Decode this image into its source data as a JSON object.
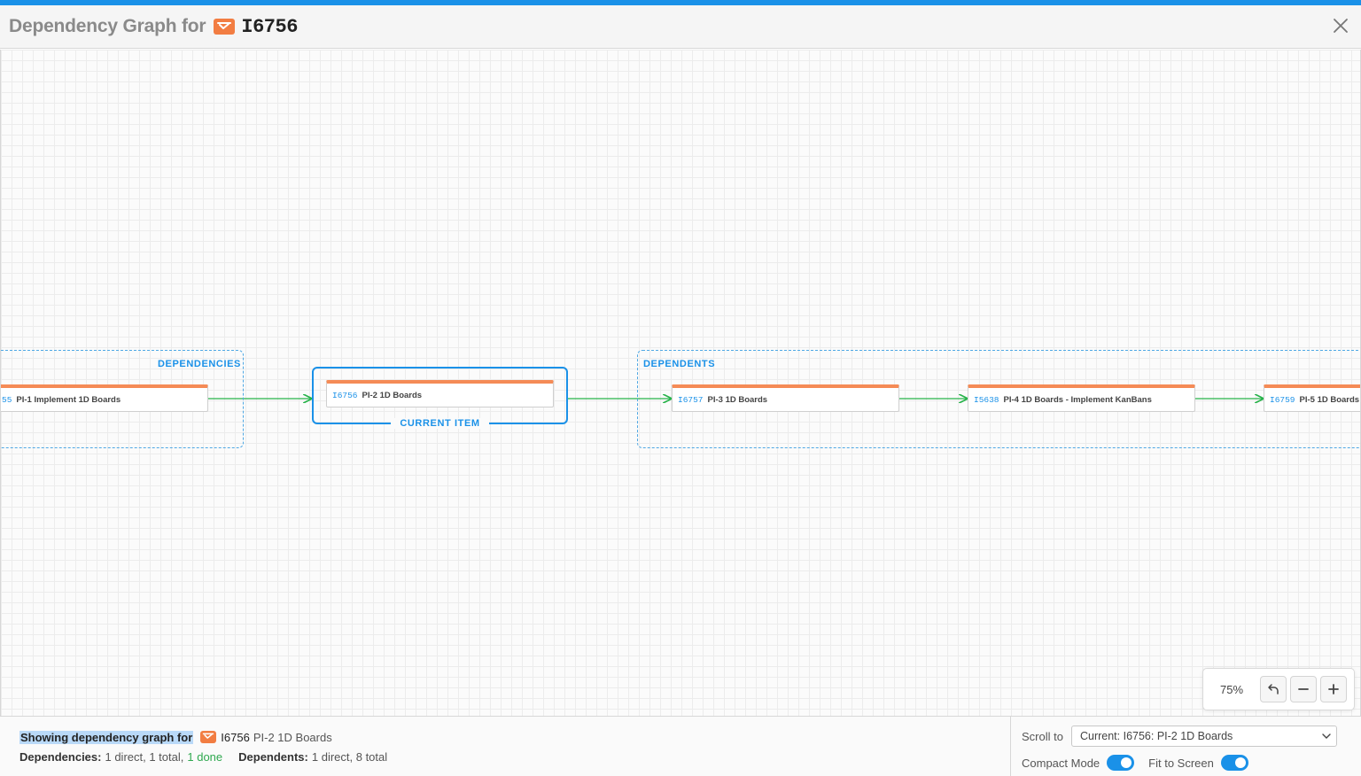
{
  "header": {
    "title_prefix": "Dependency Graph for",
    "item_key": "I6756"
  },
  "graph": {
    "dependencies_label": "DEPENDENCIES",
    "dependents_label": "DEPENDENTS",
    "current_label": "CURRENT ITEM",
    "dependency_nodes": [
      {
        "key": "55",
        "title": "PI-1 Implement 1D Boards"
      }
    ],
    "current_node": {
      "key": "I6756",
      "title": "PI-2 1D Boards"
    },
    "dependent_nodes": [
      {
        "key": "I6757",
        "title": "PI-3 1D Boards"
      },
      {
        "key": "I5638",
        "title": "PI-4 1D Boards - Implement KanBans"
      },
      {
        "key": "I6759",
        "title": "PI-5 1D Boards"
      }
    ]
  },
  "zoom": {
    "level": "75%"
  },
  "footer": {
    "showing_label": "Showing dependency graph for",
    "item_key": "I6756",
    "item_title": "PI-2 1D Boards",
    "dependencies_label": "Dependencies:",
    "dependencies_value": "1 direct, 1 total,",
    "dependencies_done": "1 done",
    "dependents_label": "Dependents:",
    "dependents_value": "1 direct, 8 total",
    "scroll_label": "Scroll to",
    "scroll_value": "Current: I6756: PI-2 1D Boards",
    "compact_label": "Compact Mode",
    "fit_label": "Fit to Screen"
  },
  "colors": {
    "accent": "#1a91e8",
    "item_type": "#f27d42",
    "done": "#2fa84f",
    "edge": "#27b34a"
  }
}
